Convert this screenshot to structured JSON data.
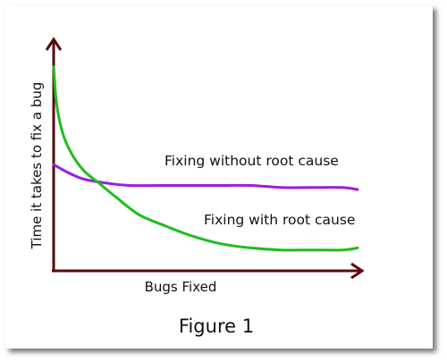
{
  "chart_data": {
    "type": "line",
    "title": "",
    "caption": "Figure 1",
    "xlabel": "Bugs Fixed",
    "ylabel": "Time it takes to fix a bug",
    "xlim": [
      0,
      100
    ],
    "ylim": [
      0,
      100
    ],
    "grid": false,
    "legend": "inline-labels",
    "axis_color": "#5a0a0a",
    "series": [
      {
        "name": "Fixing without root cause",
        "color": "#9a1ee0",
        "x": [
          0,
          5,
          10,
          18,
          25,
          35,
          45,
          55,
          65,
          75,
          85,
          95,
          100
        ],
        "y": [
          51,
          47,
          44,
          42,
          41,
          41,
          41,
          41,
          41,
          40,
          40,
          40,
          39
        ]
      },
      {
        "name": "Fixing with root cause",
        "color": "#1ebe1e",
        "x": [
          0,
          1,
          3,
          6,
          10,
          15,
          20,
          28,
          36,
          45,
          55,
          65,
          75,
          85,
          95,
          100
        ],
        "y": [
          98,
          80,
          66,
          56,
          48,
          42,
          36,
          27,
          22,
          17,
          13,
          11,
          10,
          10,
          10,
          11
        ]
      }
    ]
  }
}
